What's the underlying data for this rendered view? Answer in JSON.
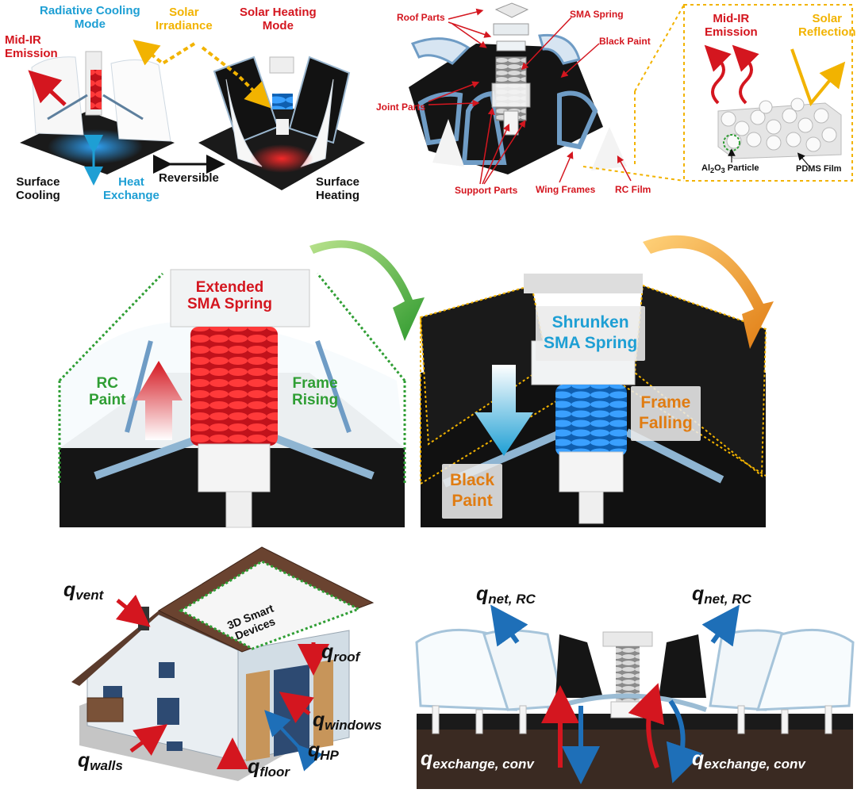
{
  "panel_a": {
    "rc_mode": "Radiative Cooling\nMode",
    "solar_irradiance": "Solar\nIrradiance",
    "sh_mode": "Solar Heating\nMode",
    "mid_ir": "Mid-IR\nEmission",
    "surface_cooling": "Surface\nCooling",
    "heat_exchange": "Heat\nExchange",
    "reversible": "Reversible",
    "surface_heating": "Surface\nHeating"
  },
  "panel_b": {
    "roof_parts": "Roof Parts",
    "sma_spring": "SMA Spring",
    "black_paint": "Black Paint",
    "joint_parts": "Joint Parts",
    "support_parts": "Support Parts",
    "wing_frames": "Wing Frames",
    "rc_film": "RC Film"
  },
  "panel_c": {
    "mid_ir": "Mid-IR\nEmission",
    "solar_reflection": "Solar\nReflection",
    "al2o3": "Al",
    "al2o3_sub1": "2",
    "al2o3_o": "O",
    "al2o3_sub2": "3",
    "al2o3_rest": " Particle",
    "pdms": "PDMS Film"
  },
  "panel_d": {
    "extended": "Extended\nSMA Spring",
    "rc_paint": "RC\nPaint",
    "frame_rising": "Frame\nRising"
  },
  "panel_e": {
    "shrunken": "Shrunken\nSMA Spring",
    "frame_falling": "Frame\nFalling",
    "black_paint": "Black\nPaint"
  },
  "panel_f": {
    "q": "q",
    "vent": "vent",
    "roof": "roof",
    "windows": "windows",
    "hp": "HP",
    "walls": "walls",
    "floor": "floor",
    "devices": "3D Smart\nDevices"
  },
  "panel_g": {
    "q": "q",
    "net_rc": "net, RC",
    "exchange_conv": "exchange, conv"
  },
  "colors": {
    "red": "#d4161f",
    "blue": "#1e9fd4",
    "gold": "#f2b300",
    "green": "#2f9e34",
    "orange": "#e07c12"
  }
}
